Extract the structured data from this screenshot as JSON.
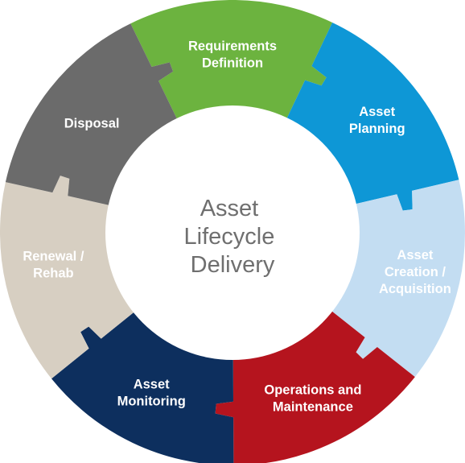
{
  "center": {
    "lines": [
      "Asset",
      "Lifecycle",
      "Delivery"
    ]
  },
  "segments": [
    {
      "id": "requirements-definition",
      "lines": [
        "Requirements",
        "Definition"
      ],
      "color": "#6cb33f",
      "text_color": "#ffffff"
    },
    {
      "id": "asset-planning",
      "lines": [
        "Asset",
        "Planning"
      ],
      "color": "#0e97d6",
      "text_color": "#ffffff"
    },
    {
      "id": "asset-creation-acquisition",
      "lines": [
        "Asset",
        "Creation /",
        "Acquisition"
      ],
      "color": "#c3ddf2",
      "text_color": "#ffffff"
    },
    {
      "id": "operations-and-maintenance",
      "lines": [
        "Operations and",
        "Maintenance"
      ],
      "color": "#b5141e",
      "text_color": "#ffffff"
    },
    {
      "id": "asset-monitoring",
      "lines": [
        "Asset",
        "Monitoring"
      ],
      "color": "#0d2f5e",
      "text_color": "#ffffff"
    },
    {
      "id": "renewal-rehab",
      "lines": [
        "Renewal /",
        "Rehab"
      ],
      "color": "#d7cfc2",
      "text_color": "#ffffff"
    },
    {
      "id": "disposal",
      "lines": [
        "Disposal"
      ],
      "color": "#6b6b6b",
      "text_color": "#ffffff"
    }
  ]
}
